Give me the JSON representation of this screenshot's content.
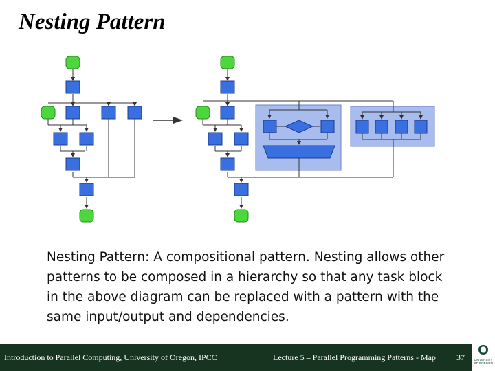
{
  "slide": {
    "title": "Nesting Pattern",
    "description_term": "Nesting Pattern",
    "description_text": ": A compositional pattern. Nesting allows other patterns to be composed in a hierarchy so that any task block in the above diagram can be replaced with a pattern with the same input/output and dependencies."
  },
  "footer": {
    "left": "Introduction to Parallel Computing, University of Oregon, IPCC",
    "center": "Lecture 5 – Parallel Programming Patterns - Map",
    "page_number": "37"
  },
  "logo": {
    "mark": "O",
    "line1": "UNIVERSITY",
    "line2": "OF OREGON"
  },
  "colors": {
    "task_block": "#3a6fe0",
    "io_node": "#4cd83c",
    "pattern_panel": "#a9bcee",
    "footer_bg": "#16341f"
  }
}
